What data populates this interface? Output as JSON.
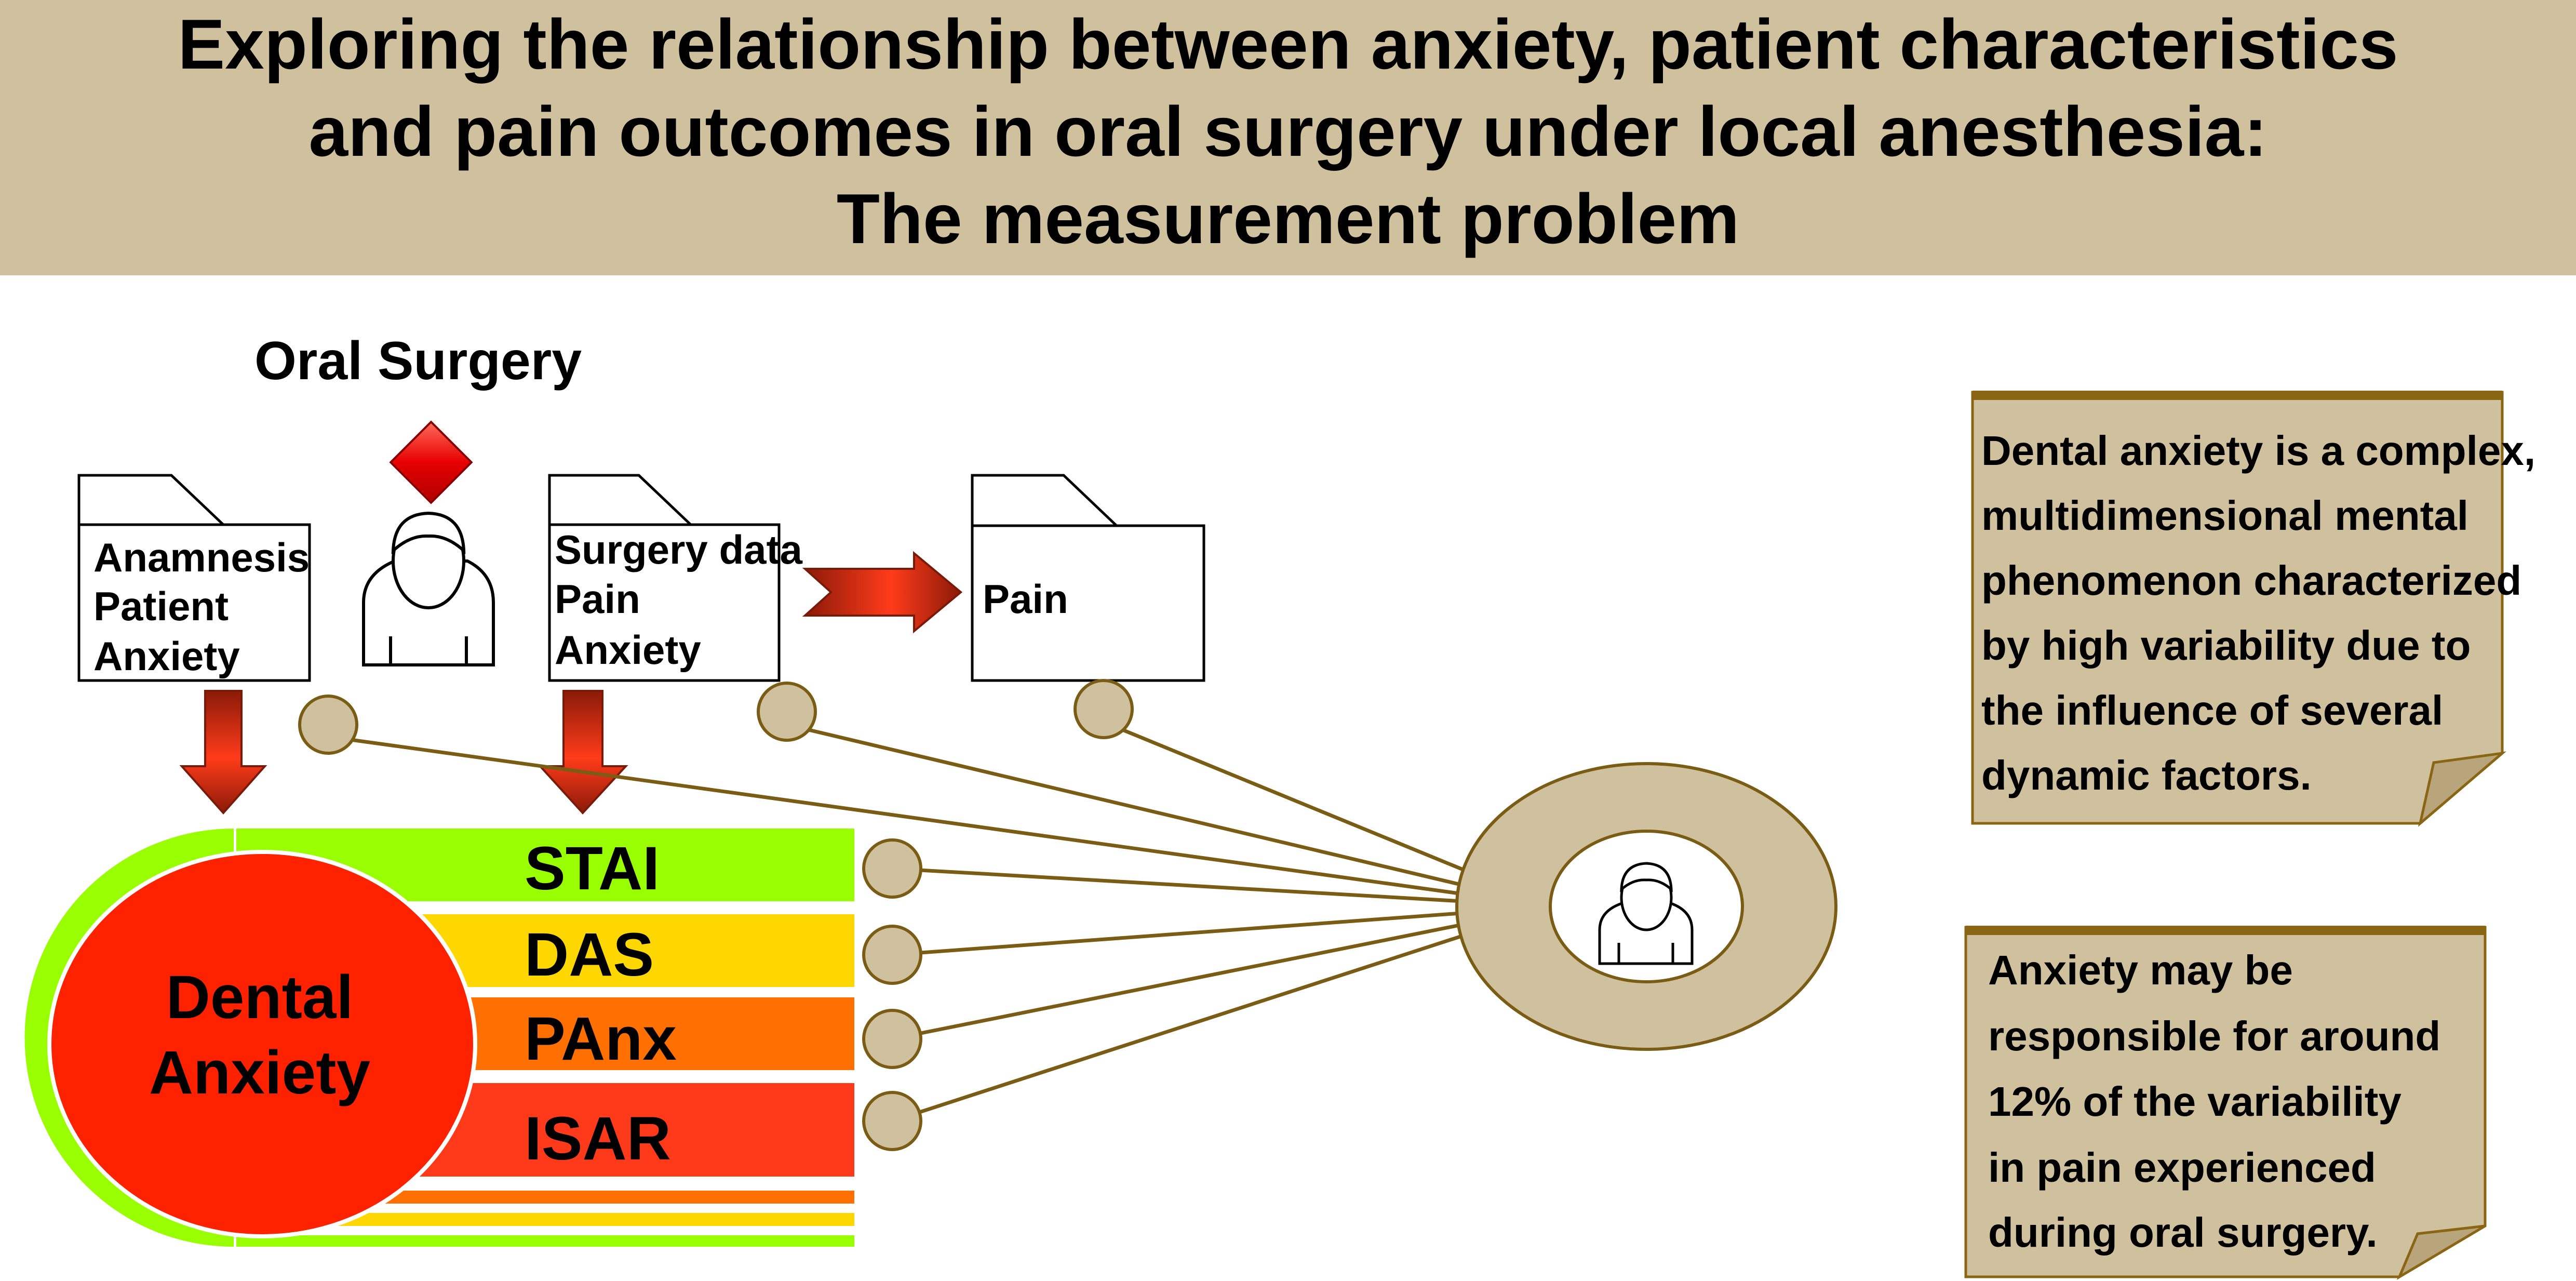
{
  "header": {
    "title_lines": [
      "Exploring the relationship between anxiety, patient characteristics",
      "and pain outcomes in oral surgery under local anesthesia:",
      "The measurement problem"
    ]
  },
  "oral_surgery_label": "Oral Surgery",
  "folders": {
    "anamnesis": [
      "Anamnesis",
      "Patient",
      "Anxiety"
    ],
    "surgery": [
      "Surgery data",
      "Pain",
      "Anxiety"
    ],
    "pain": [
      "Pain"
    ]
  },
  "scales": [
    "STAI",
    "DAS",
    "PAnx",
    "ISAR"
  ],
  "dental_anxiety": [
    "Dental",
    "Anxiety"
  ],
  "notes": {
    "note1": [
      "Dental anxiety is a complex,",
      "multidimensional mental",
      "phenomenon characterized",
      "by high variability due to",
      "the influence of several",
      "dynamic factors."
    ],
    "note2": [
      "Anxiety may be",
      "responsible for around",
      "12% of the variability",
      "in pain experienced",
      "during oral surgery."
    ]
  },
  "colors": {
    "header_bg": "#cfc09e",
    "tan": "#cfc09e",
    "line_brown": "#7a5c14",
    "note_border": "#8a6514",
    "stai": "#99ff00",
    "das": "#ffd700",
    "panx": "#ff7000",
    "isar": "#ff3a1a",
    "dental": "#ff2200"
  }
}
